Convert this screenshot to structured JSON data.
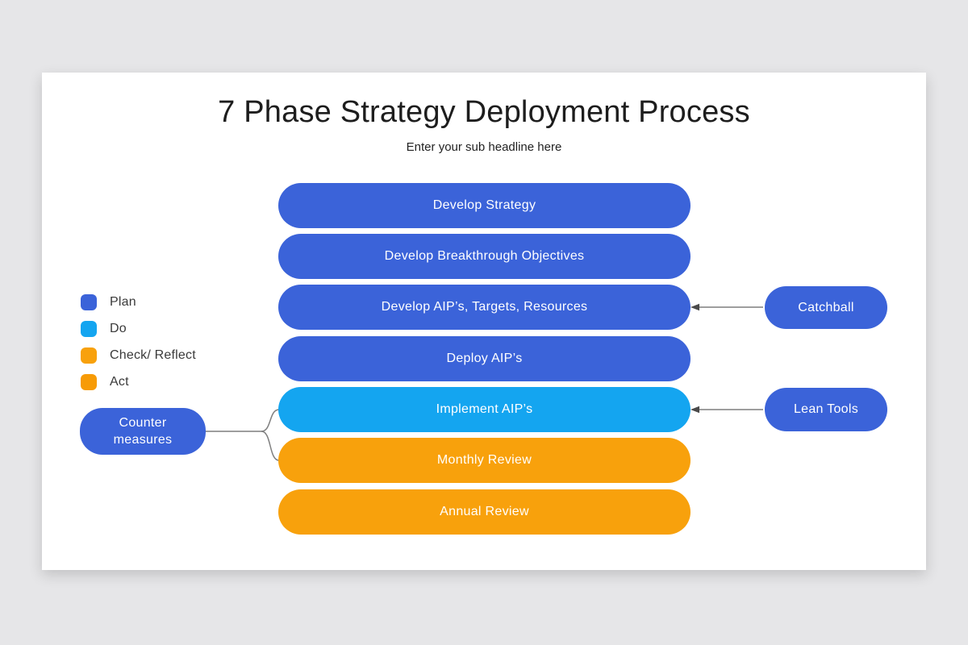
{
  "header": {
    "title": "7 Phase Strategy Deployment Process",
    "subtitle": "Enter your sub headline here"
  },
  "legend": {
    "items": [
      {
        "label": "Plan",
        "color": "#3b63d9"
      },
      {
        "label": "Do",
        "color": "#14a5f0"
      },
      {
        "label": "Check/ Reflect",
        "color": "#f8a10c"
      },
      {
        "label": "Act",
        "color": "#f79b06"
      }
    ]
  },
  "phases": [
    {
      "label": "Develop Strategy",
      "category": "plan",
      "color": "#3b63d9"
    },
    {
      "label": "Develop Breakthrough Objectives",
      "category": "plan",
      "color": "#3b63d9"
    },
    {
      "label": "Develop AIP’s, Targets, Resources",
      "category": "plan",
      "color": "#3b63d9"
    },
    {
      "label": "Deploy AIP’s",
      "category": "plan",
      "color": "#3b63d9"
    },
    {
      "label": "Implement AIP’s",
      "category": "do",
      "color": "#14a5f0"
    },
    {
      "label": "Monthly Review",
      "category": "check",
      "color": "#f8a10c"
    },
    {
      "label": "Annual Review",
      "category": "act",
      "color": "#f8a10c"
    }
  ],
  "annotations": {
    "counter_measures": {
      "label": "Counter measures",
      "color": "#3b63d9"
    },
    "catchball": {
      "label": "Catchball",
      "color": "#3b63d9"
    },
    "lean_tools": {
      "label": "Lean Tools",
      "color": "#3b63d9"
    }
  },
  "connector": {
    "line_color": "#7f7f7f",
    "arrowhead_color": "#4a4a4a"
  }
}
